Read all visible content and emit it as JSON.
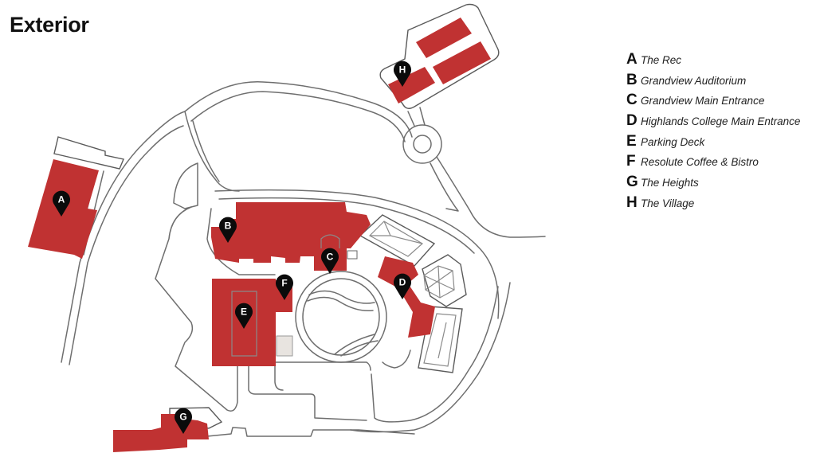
{
  "page": {
    "title": "Exterior"
  },
  "colors": {
    "building": "#c03232",
    "marker": "#0b0b0b",
    "road_outline": "#6e6e6e",
    "background": "#ffffff"
  },
  "markers": [
    {
      "letter": "A",
      "name": "The Rec",
      "icon": "map-pin-icon"
    },
    {
      "letter": "B",
      "name": "Grandview Auditorium",
      "icon": "map-pin-icon"
    },
    {
      "letter": "C",
      "name": "Grandview Main Entrance",
      "icon": "map-pin-icon"
    },
    {
      "letter": "D",
      "name": "Highlands College Main Entrance",
      "icon": "map-pin-icon"
    },
    {
      "letter": "E",
      "name": "Parking Deck",
      "icon": "map-pin-icon"
    },
    {
      "letter": "F",
      "name": "Resolute Coffee & Bistro",
      "icon": "map-pin-icon"
    },
    {
      "letter": "G",
      "name": "The Heights",
      "icon": "map-pin-icon"
    },
    {
      "letter": "H",
      "name": "The Village",
      "icon": "map-pin-icon"
    }
  ],
  "legend": {
    "items": [
      {
        "letter": "A",
        "label": "The Rec"
      },
      {
        "letter": "B",
        "label": "Grandview Auditorium"
      },
      {
        "letter": "C",
        "label": "Grandview Main Entrance"
      },
      {
        "letter": "D",
        "label": "Highlands College Main Entrance"
      },
      {
        "letter": "E",
        "label": "Parking Deck"
      },
      {
        "letter": "F",
        "label": "Resolute Coffee & Bistro"
      },
      {
        "letter": "G",
        "label": "The Heights"
      },
      {
        "letter": "H",
        "label": "The Village"
      }
    ]
  }
}
